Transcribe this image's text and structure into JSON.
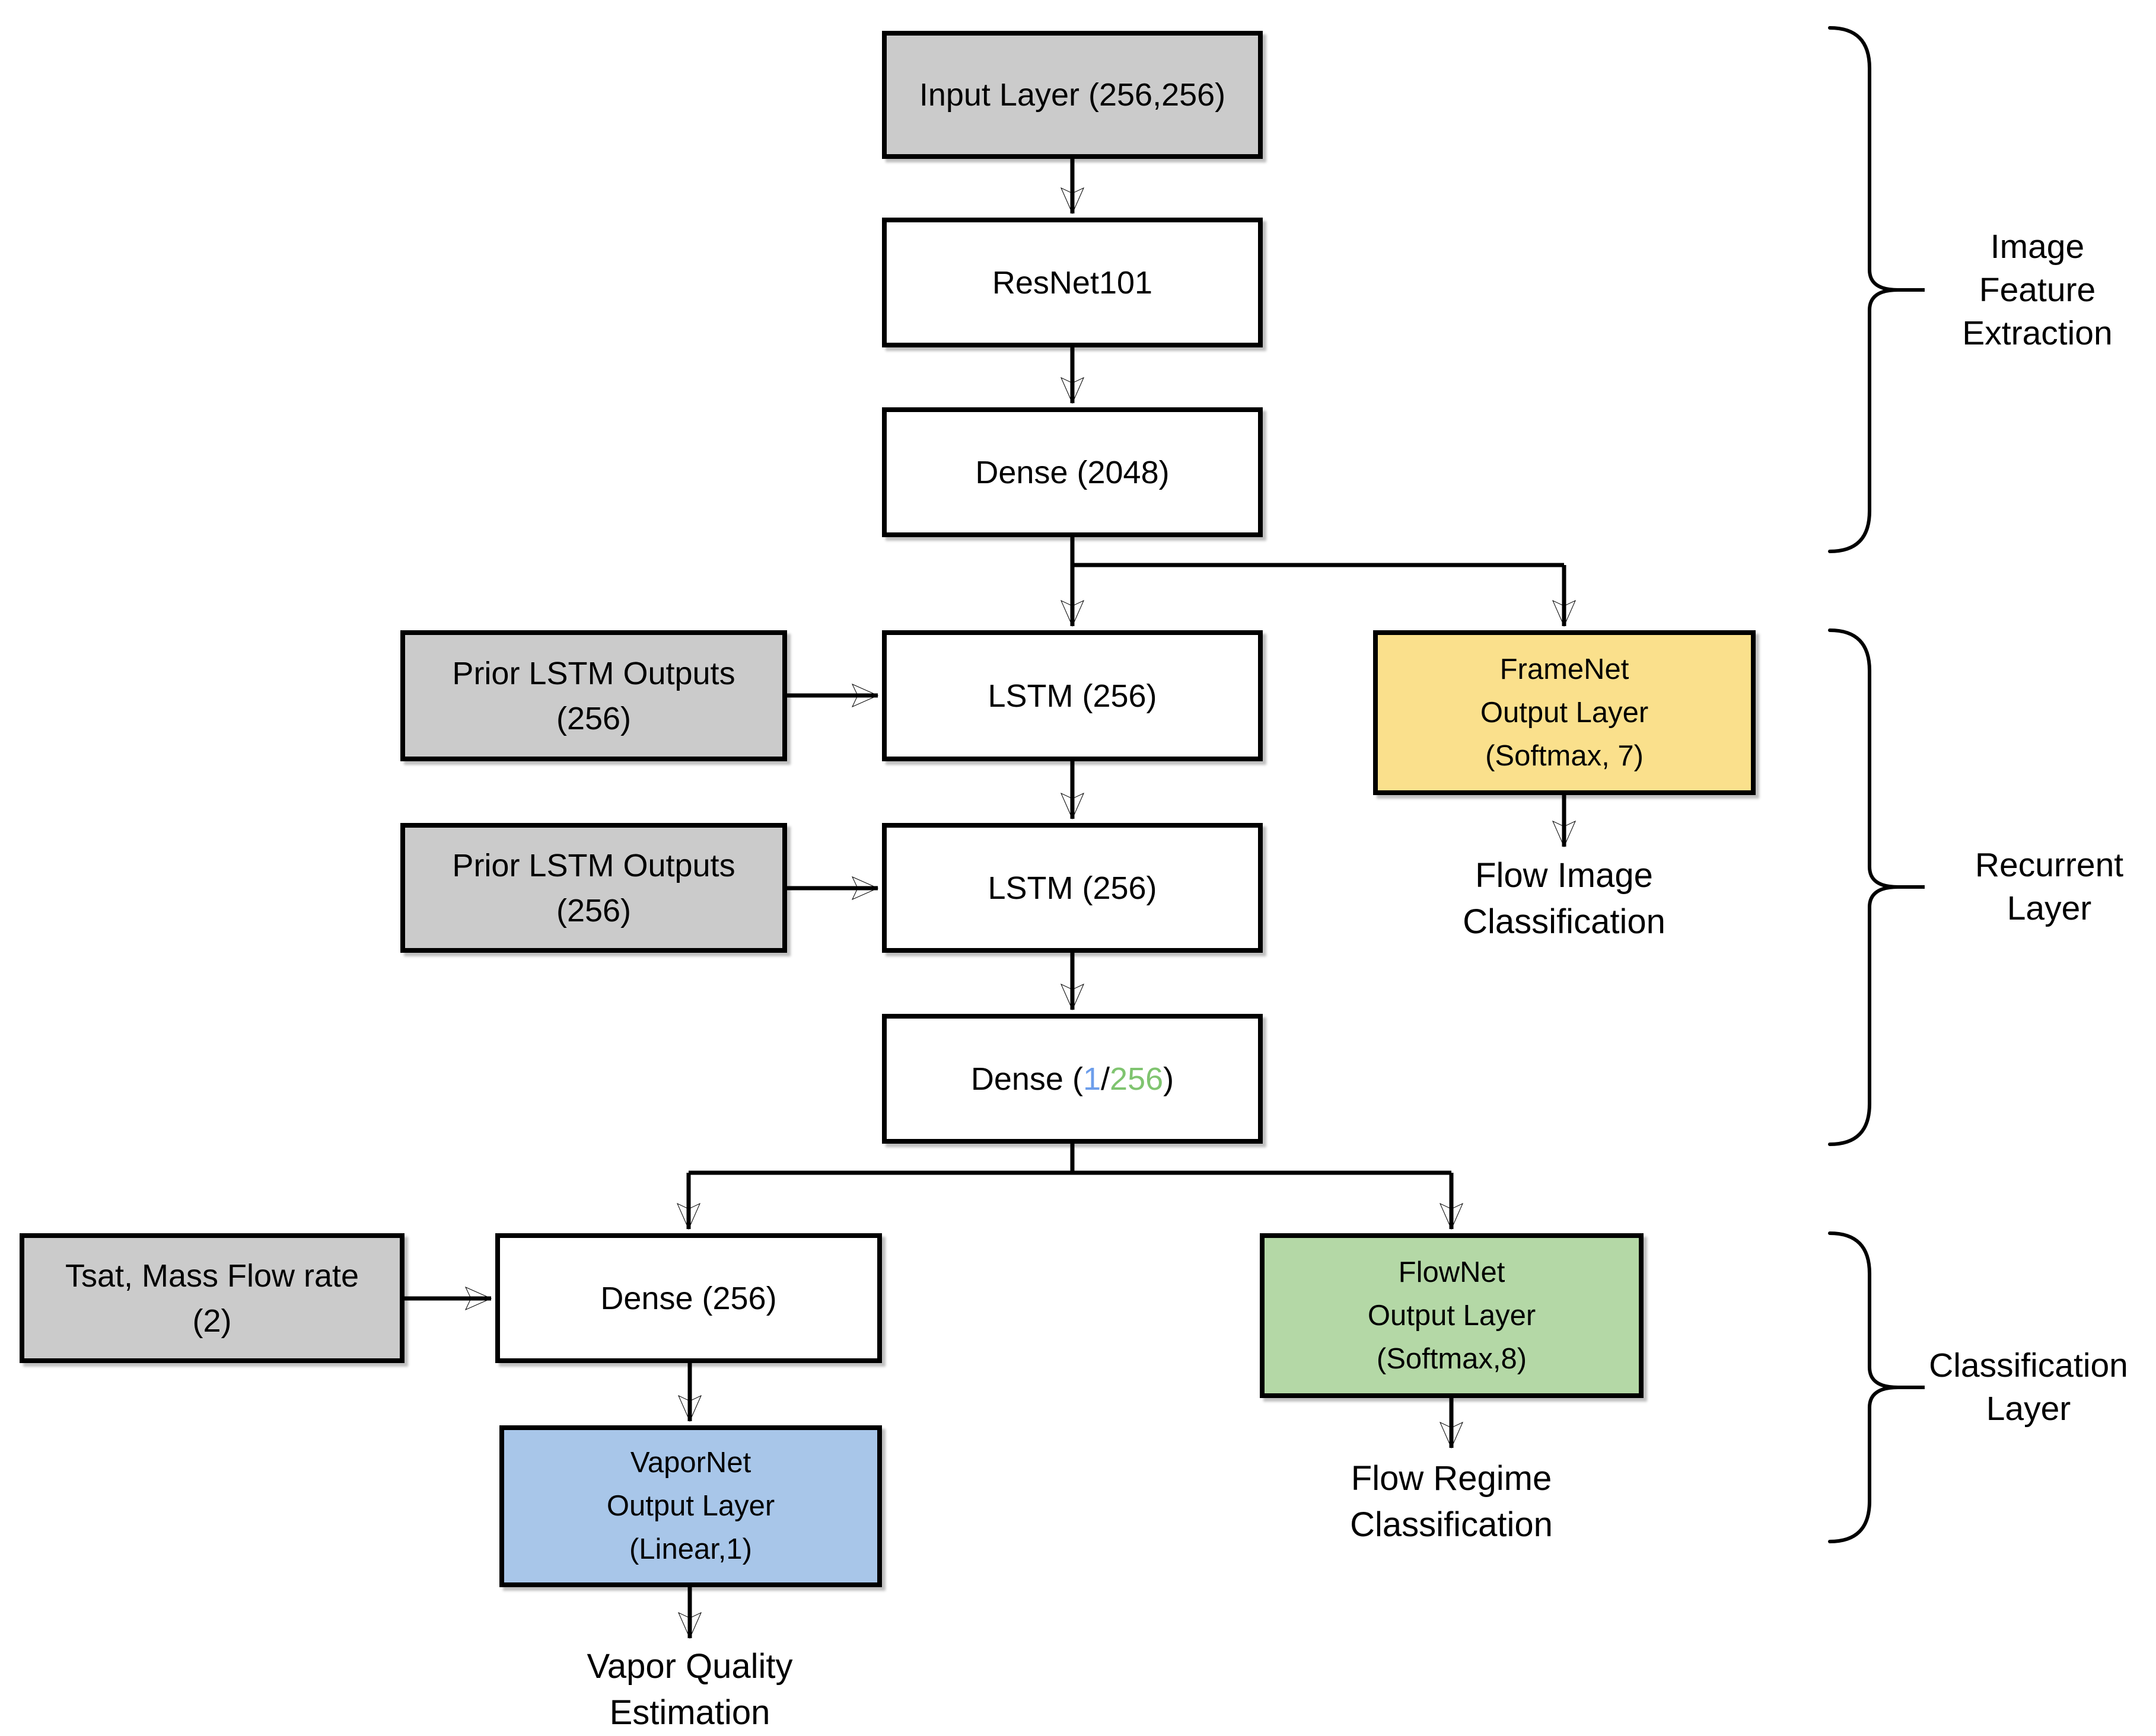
{
  "diagram": {
    "boxes": {
      "input_layer": {
        "label": "Input Layer (256,256)",
        "fill": "#cbcbcb"
      },
      "resnet101": {
        "label": "ResNet101",
        "fill": "#ffffff"
      },
      "dense_2048": {
        "label": "Dense (2048)",
        "fill": "#ffffff"
      },
      "prior_lstm_1": {
        "lines": [
          "Prior LSTM Outputs",
          "(256)"
        ],
        "fill": "#cbcbcb"
      },
      "lstm_1": {
        "label": "LSTM (256)",
        "fill": "#ffffff"
      },
      "framenet": {
        "lines": [
          "FrameNet",
          "Output Layer",
          "(Softmax, 7)"
        ],
        "fill": "#fae08c"
      },
      "prior_lstm_2": {
        "lines": [
          "Prior LSTM Outputs",
          "(256)"
        ],
        "fill": "#cbcbcb"
      },
      "lstm_2": {
        "label": "LSTM (256)",
        "fill": "#ffffff"
      },
      "dense_1_256": {
        "parts": [
          "Dense (",
          "1",
          "/",
          "256",
          ")"
        ],
        "fill": "#ffffff"
      },
      "tsat": {
        "lines": [
          "Tsat, Mass Flow rate",
          "(2)"
        ],
        "fill": "#cbcbcb"
      },
      "dense_256": {
        "label": "Dense (256)",
        "fill": "#ffffff"
      },
      "flownet": {
        "lines": [
          "FlowNet",
          "Output Layer",
          "(Softmax,8)"
        ],
        "fill": "#b4d8a6"
      },
      "vapornet": {
        "lines": [
          "VaporNet",
          "Output Layer",
          "(Linear,1)"
        ],
        "fill": "#a8c6e9"
      }
    },
    "captions": {
      "flow_image": {
        "lines": [
          "Flow Image",
          "Classification"
        ]
      },
      "flow_regime": {
        "lines": [
          "Flow Regime",
          "Classification"
        ]
      },
      "vapor_quality": {
        "lines": [
          "Vapor Quality",
          "Estimation"
        ]
      }
    },
    "group_labels": {
      "image_feature_extraction": {
        "lines": [
          "Image",
          "Feature",
          "Extraction"
        ]
      },
      "recurrent_layer": {
        "lines": [
          "Recurrent",
          "Layer"
        ]
      },
      "classification_layer": {
        "lines": [
          "Classification",
          "Layer"
        ]
      }
    },
    "colors": {
      "box_border": "#000000",
      "connector": "#000000",
      "gray_fill": "#cbcbcb",
      "yellow_fill": "#fae08c",
      "green_fill": "#b4d8a6",
      "blue_fill": "#a8c6e9",
      "dense_1_text": "#6d9eeb",
      "dense_256_text": "#7fc46f",
      "background": "#ffffff"
    }
  }
}
